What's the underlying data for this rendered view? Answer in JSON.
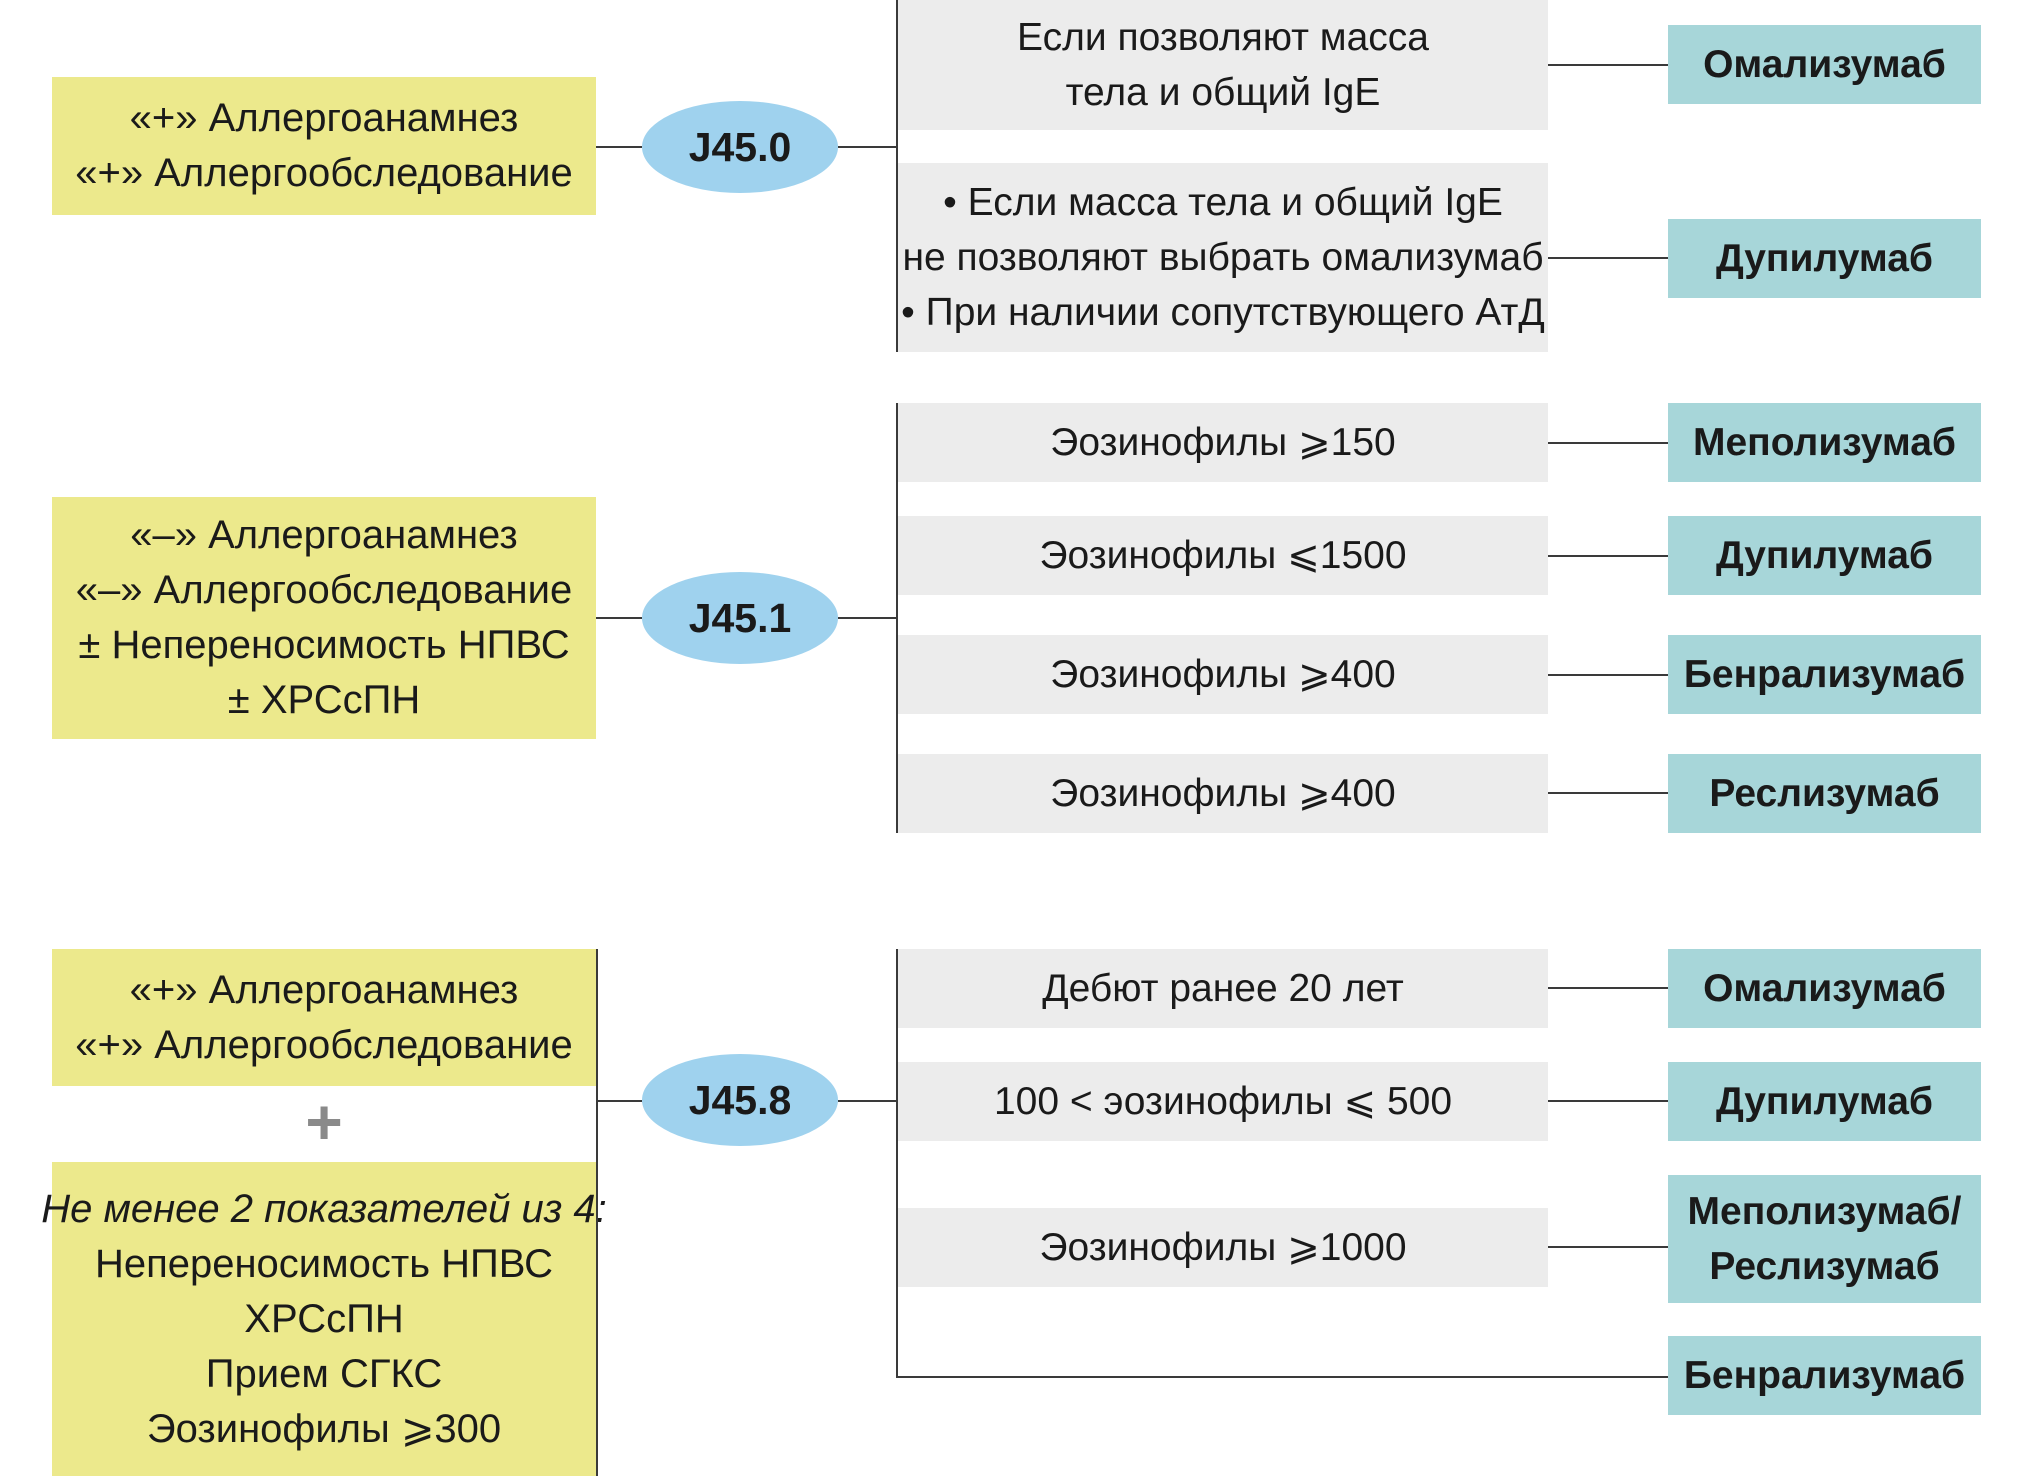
{
  "groups": [
    {
      "code": "J45.0",
      "criteria": [
        "«+» Аллергоанамнез",
        "«+» Аллергообследование"
      ],
      "branches": [
        {
          "condition": [
            "Если позволяют масса",
            "тела и общий IgE"
          ],
          "drug": [
            "Омализумаб"
          ]
        },
        {
          "condition": [
            "• Если масса тела и общий IgE",
            "не позволяют выбрать омализумаб",
            "• При наличии сопутствующего АтД"
          ],
          "drug": [
            "Дупилумаб"
          ]
        }
      ]
    },
    {
      "code": "J45.1",
      "criteria": [
        "«–» Аллергоанамнез",
        "«–» Аллергообследование",
        "± Непереносимость НПВС",
        "± ХРСсПН"
      ],
      "branches": [
        {
          "condition": [
            "Эозинофилы ⩾150"
          ],
          "drug": [
            "Меполизумаб"
          ]
        },
        {
          "condition": [
            "Эозинофилы ⩽1500"
          ],
          "drug": [
            "Дупилумаб"
          ]
        },
        {
          "condition": [
            "Эозинофилы ⩾400"
          ],
          "drug": [
            "Бенрализумаб"
          ]
        },
        {
          "condition": [
            "Эозинофилы ⩾400"
          ],
          "drug": [
            "Реслизумаб"
          ]
        }
      ]
    },
    {
      "code": "J45.8",
      "criteria": [
        "«+» Аллергоанамнез",
        "«+» Аллергообследование"
      ],
      "plus": "+",
      "criteria2_heading": "Не менее 2 показателей из 4:",
      "criteria2": [
        "Непереносимость НПВС",
        "ХРСсПН",
        "Прием СГКС",
        "Эозинофилы ⩾300"
      ],
      "branches": [
        {
          "condition": [
            "Дебют ранее 20 лет"
          ],
          "drug": [
            "Омализумаб"
          ]
        },
        {
          "condition": [
            "100 < эозинофилы ⩽ 500"
          ],
          "drug": [
            "Дупилумаб"
          ]
        },
        {
          "condition": [
            "Эозинофилы ⩾1000"
          ],
          "drug": [
            "Меполизумаб/",
            "Реслизумаб"
          ]
        },
        {
          "condition": [],
          "drug": [
            "Бенрализумаб"
          ]
        }
      ]
    }
  ],
  "colors": {
    "criteria_box": "#ece98c",
    "code_ellipse": "#9fd2ee",
    "condition_box": "#ececec",
    "drug_box": "#a7d6d9",
    "connector": "#3a3a3a"
  }
}
